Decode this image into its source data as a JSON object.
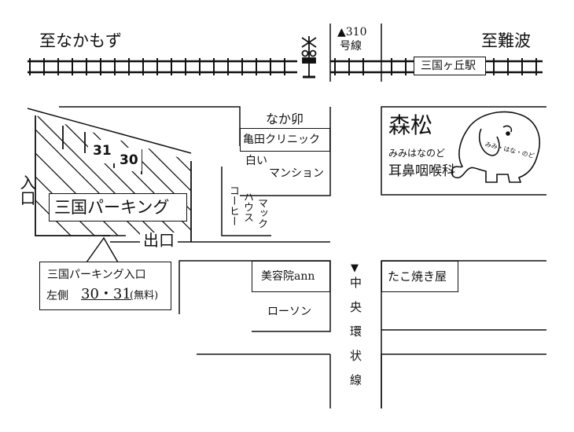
{
  "railway": {
    "dir_left": "至なかもず",
    "dir_right": "至難波",
    "station": "三国ヶ丘駅",
    "route_label": "▲310",
    "route_label2": "号線"
  },
  "parking": {
    "name": "三国パーキング",
    "spot_a": "31",
    "spot_b": "30",
    "entrance": "入口",
    "exit": "出口",
    "callout_line1": "三国パーキング入口",
    "callout_side": "左側",
    "callout_spots": "30・31",
    "callout_free": "(無料)"
  },
  "landmarks": {
    "naka_tamago": "なか卯",
    "clinic": "亀田クリニック",
    "mansion_1": "白い",
    "mansion_2": "マンション",
    "coffee_1": "コーヒー",
    "coffee_2": "ハウス",
    "coffee_3": "マック",
    "salon": "美容院ann",
    "lawson": "ローソン",
    "takoyaki": "たこ焼き屋"
  },
  "clinic_sign": {
    "name": "森松",
    "kana": "みみはなのど",
    "dept": "耳鼻咽喉科",
    "elephant_text": "みみ・はな・のど"
  },
  "road": {
    "chuo_marker": "▼",
    "chuo_name": "中央環状線"
  }
}
